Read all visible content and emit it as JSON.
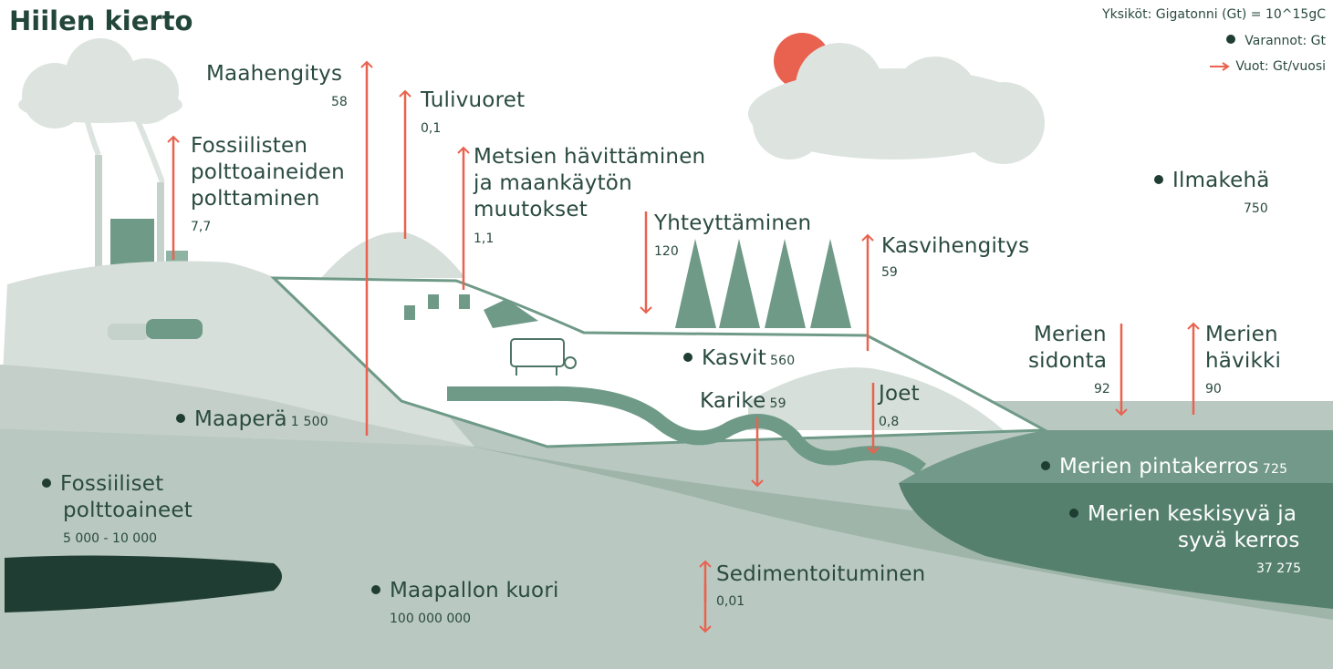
{
  "title": "Hiilen kierto",
  "legend": {
    "units": "Yksiköt: Gigatonni (Gt) = 10^15gC",
    "stocks": "Varannot: Gt",
    "flows": "Vuot: Gt/vuosi"
  },
  "colors": {
    "arrow": "#e9624f",
    "sun": "#e9624f",
    "cloud": "#dde4e0",
    "dark_green": "#1f3d33",
    "mid_green": "#6f9a87",
    "light_land": "#d8e0db",
    "soil": "#c9d3cd",
    "crust": "#b7c7bf",
    "ocean_surface": "#72998a",
    "ocean_deep": "#4d7565"
  },
  "stocks": {
    "ilmakeha": {
      "label": "Ilmakehä",
      "value": "750"
    },
    "kasvit": {
      "label": "Kasvit",
      "value": "560"
    },
    "karike": {
      "label": "Karike",
      "value": "59"
    },
    "maapera": {
      "label": "Maaperä",
      "value": "1 500"
    },
    "fossiiliset_l1": "Fossiiliset",
    "fossiiliset_l2": "polttoaineet",
    "fossiiliset_value": "5 000 - 10 000",
    "kuori": {
      "label": "Maapallon kuori",
      "value": "100 000 000"
    },
    "pintakerros": {
      "label": "Merien pintakerros",
      "value": "725"
    },
    "syva_l1": "Merien keskisyvä ja",
    "syva_l2": "syvä kerros",
    "syva_value": "37 275"
  },
  "flows": {
    "maahengitys": {
      "label": "Maahengitys",
      "value": "58"
    },
    "tulivuoret": {
      "label": "Tulivuoret",
      "value": "0,1"
    },
    "fossiilisten_l1": "Fossiilisten",
    "fossiilisten_l2": "polttoaineiden",
    "fossiilisten_l3": "polttaminen",
    "fossiilisten_value": "7,7",
    "metsien_l1": "Metsien hävittäminen",
    "metsien_l2": "ja maankäytön",
    "metsien_l3": "muutokset",
    "metsien_value": "1,1",
    "yhteyttaminen": {
      "label": "Yhteyttäminen",
      "value": "120"
    },
    "kasvihengitys": {
      "label": "Kasvihengitys",
      "value": "59"
    },
    "joet": {
      "label": "Joet",
      "value": "0,8"
    },
    "sidonta_l1": "Merien",
    "sidonta_l2": "sidonta",
    "sidonta_value": "92",
    "havikki_l1": "Merien",
    "havikki_l2": "hävikki",
    "havikki_value": "90",
    "sedimentointi": {
      "label": "Sedimentoituminen",
      "value": "0,01"
    }
  }
}
